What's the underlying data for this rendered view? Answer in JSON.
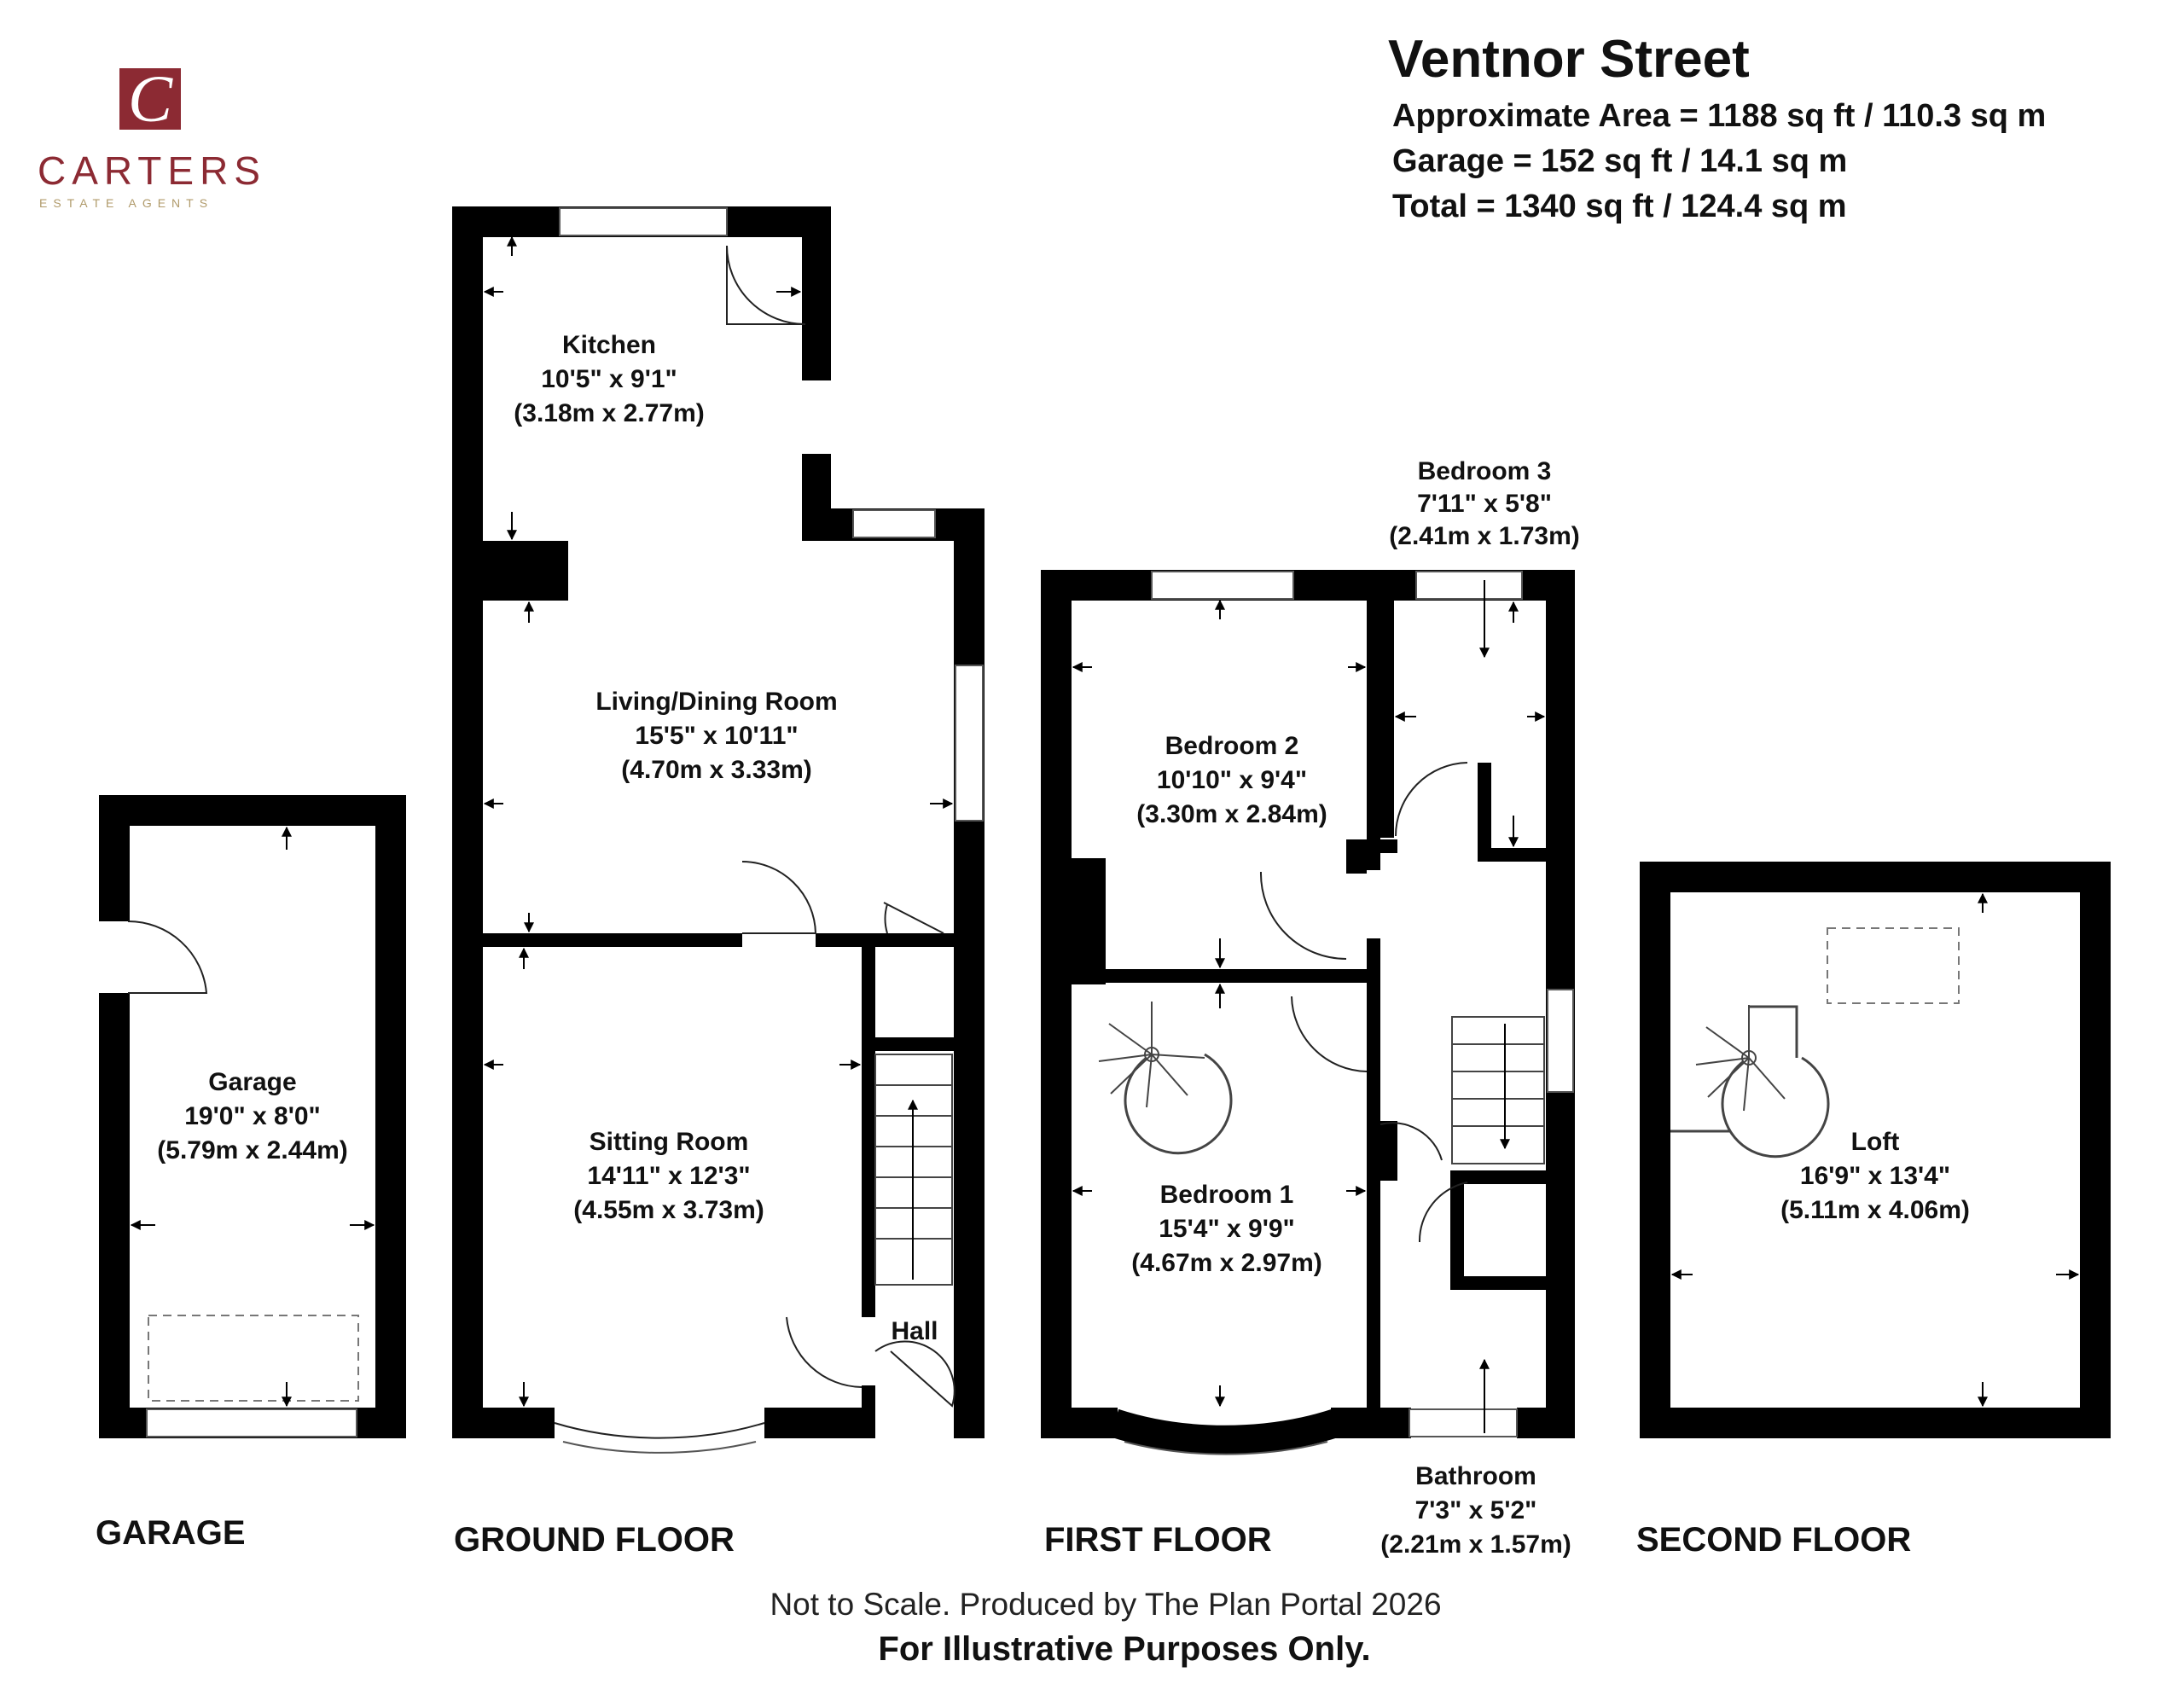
{
  "logo": {
    "name": "CARTERS",
    "tagline": "ESTATE AGENTS",
    "mark_letter": "C",
    "brand_color": "#8c2a33",
    "tagline_color": "#b09a6a"
  },
  "header": {
    "title": "Ventnor Street",
    "area_lines": [
      "Approximate Area = 1188 sq ft / 110.3 sq m",
      "Garage = 152 sq ft / 14.1 sq m",
      "Total = 1340 sq ft / 124.4 sq m"
    ]
  },
  "floors": {
    "garage": "GARAGE",
    "ground": "GROUND FLOOR",
    "first": "FIRST FLOOR",
    "second": "SECOND FLOOR"
  },
  "rooms": {
    "kitchen": {
      "name": "Kitchen",
      "imperial": "10'5\" x 9'1\"",
      "metric": "(3.18m x 2.77m)"
    },
    "living": {
      "name": "Living/Dining Room",
      "imperial": "15'5\" x 10'11\"",
      "metric": "(4.70m x 3.33m)"
    },
    "sitting": {
      "name": "Sitting Room",
      "imperial": "14'11\" x 12'3\"",
      "metric": "(4.55m x 3.73m)"
    },
    "hall": {
      "name": "Hall"
    },
    "garage": {
      "name": "Garage",
      "imperial": "19'0\" x 8'0\"",
      "metric": "(5.79m x 2.44m)"
    },
    "bedroom1": {
      "name": "Bedroom 1",
      "imperial": "15'4\" x 9'9\"",
      "metric": "(4.67m x 2.97m)"
    },
    "bedroom2": {
      "name": "Bedroom 2",
      "imperial": "10'10\" x 9'4\"",
      "metric": "(3.30m x 2.84m)"
    },
    "bedroom3": {
      "name": "Bedroom 3",
      "imperial": "7'11\" x 5'8\"",
      "metric": "(2.41m x 1.73m)"
    },
    "bathroom": {
      "name": "Bathroom",
      "imperial": "7'3\" x 5'2\"",
      "metric": "(2.21m x 1.57m)"
    },
    "loft": {
      "name": "Loft",
      "imperial": "16'9\" x 13'4\"",
      "metric": "(5.11m x 4.06m)"
    }
  },
  "footer": {
    "line1": "Not to Scale. Produced by The Plan Portal 2026",
    "line2": "For Illustrative Purposes Only."
  }
}
